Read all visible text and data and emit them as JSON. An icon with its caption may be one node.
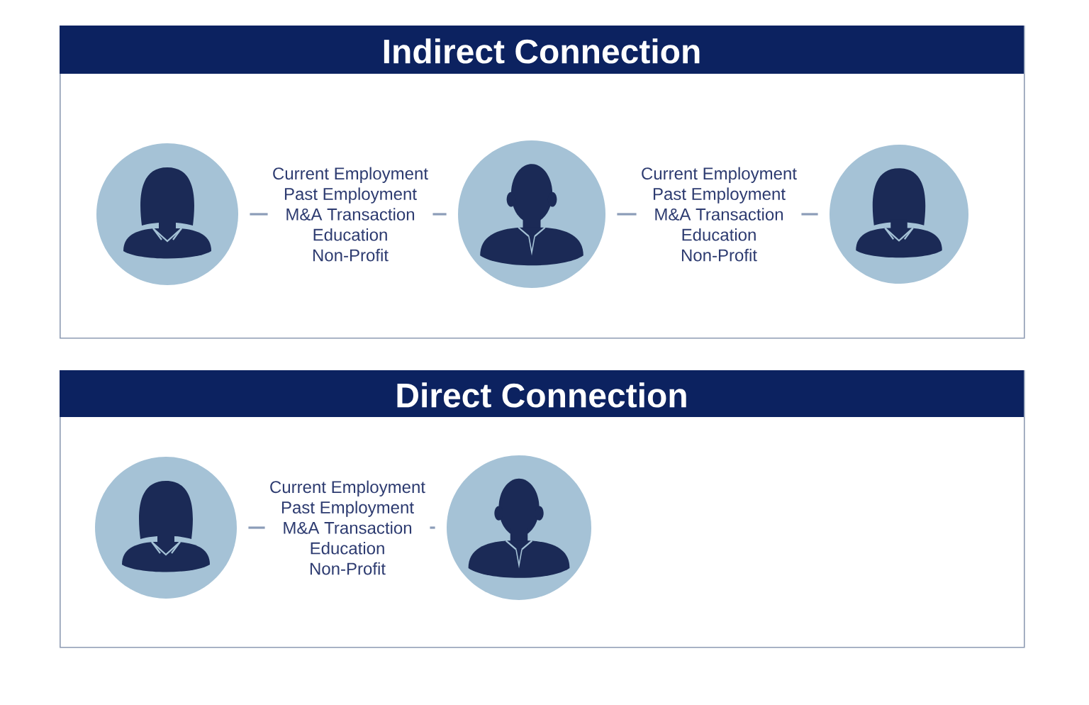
{
  "diagram": {
    "nodes": [
      {
        "text": [
          "Indirect Connection"
        ]
      },
      {
        "text": [],
        "shape": "person",
        "in": 0
      },
      {
        "text": [
          "Current Employment",
          "Past Employment",
          "M&A Transaction",
          "Education",
          "Non-Profit"
        ],
        "in": 0
      },
      {
        "text": [],
        "shape": "person",
        "in": 0
      },
      {
        "text": [
          "Current Employment",
          "Past Employment",
          "M&A Transaction",
          "Education",
          "Non-Profit"
        ],
        "in": 0
      },
      {
        "text": [],
        "shape": "person",
        "in": 0
      },
      {
        "text": [
          "Direct Connection"
        ]
      },
      {
        "text": [],
        "shape": "person",
        "in": 6
      },
      {
        "text": [
          "Current Employment",
          "Past Employment",
          "M&A Transaction",
          "Education",
          "Non-Profit"
        ],
        "in": 6
      },
      {
        "text": [],
        "shape": "person",
        "in": 6
      }
    ],
    "edges": [
      {
        "from": 1,
        "to": 2,
        "arrow": "none"
      },
      {
        "from": 2,
        "to": 3,
        "arrow": "none"
      },
      {
        "from": 3,
        "to": 4,
        "arrow": "none"
      },
      {
        "from": 4,
        "to": 5,
        "arrow": "none"
      },
      {
        "from": 7,
        "to": 8,
        "arrow": "none"
      },
      {
        "from": 8,
        "to": 9,
        "arrow": "none"
      }
    ]
  }
}
